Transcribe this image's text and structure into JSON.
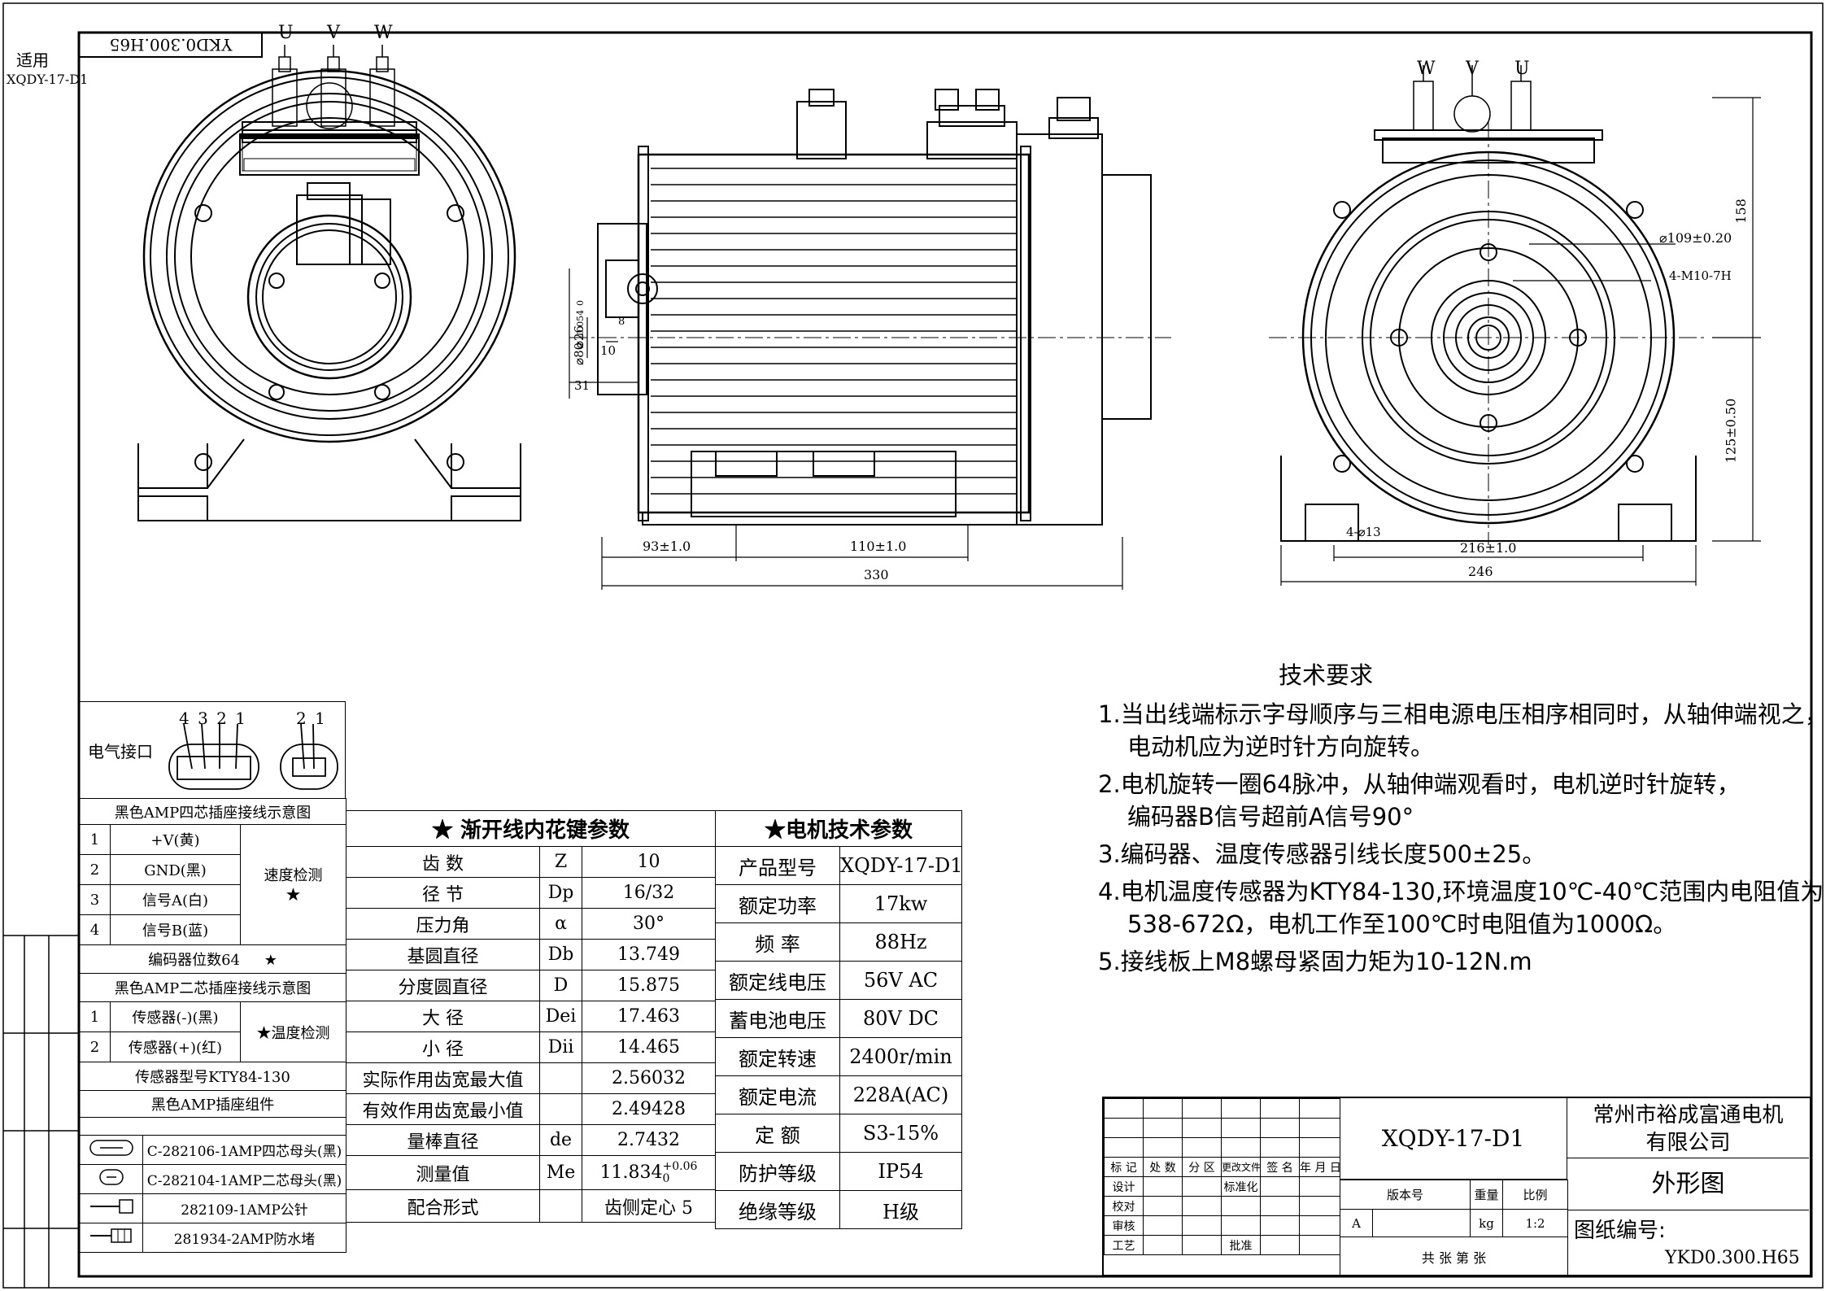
{
  "side_note": {
    "line1": "适用",
    "line2": "XQDY-17-D1"
  },
  "top_code_inverted": "YKD0.300.H65",
  "views": {
    "front": {
      "terminals": [
        "U",
        "V",
        "W"
      ]
    },
    "rear": {
      "terminals": [
        "W",
        "V",
        "U"
      ],
      "dims": {
        "d109": "⌀109±0.20",
        "m10": "4-M10-7H",
        "h158": "158",
        "h125": "125±0.50",
        "holes": "4-⌀13",
        "w216": "216±1.0",
        "w246": "246"
      }
    },
    "side": {
      "dims": {
        "d80": "⌀80",
        "d80tol_top": "-0.054",
        "d80tol_bot": "0",
        "d26": "⌀26",
        "d10": "10",
        "d31": "31",
        "d8": "8",
        "w93": "93±1.0",
        "w110": "110±1.0",
        "w330": "330"
      }
    }
  },
  "connector": {
    "label": "电气接口",
    "pins4": "4 3 2 1",
    "pins2": "2 1",
    "four_pin_title": "黑色AMP四芯插座接线示意图",
    "four_pin_rows": [
      {
        "n": "1",
        "sig": "+V(黄)"
      },
      {
        "n": "2",
        "sig": "GND(黑)"
      },
      {
        "n": "3",
        "sig": "信号A(白)"
      },
      {
        "n": "4",
        "sig": "信号B(蓝)"
      }
    ],
    "speed_label": "速度检测",
    "star": "★",
    "encoder_bits": "编码器位数64",
    "two_pin_title": "黑色AMP二芯插座接线示意图",
    "two_pin_rows": [
      {
        "n": "1",
        "sig": "传感器(-)(黑)"
      },
      {
        "n": "2",
        "sig": "传感器(+)(红)"
      }
    ],
    "temp_label": "温度检测",
    "sensor_model": "传感器型号KTY84-130",
    "kit_title": "黑色AMP插座组件",
    "kit_rows": [
      "C-282106-1AMP四芯母头(黑)",
      "C-282104-1AMP二芯母头(黑)",
      "282109-1AMP公针",
      "281934-2AMP防水堵"
    ]
  },
  "spline": {
    "title": "渐开线内花键参数",
    "star": "★",
    "rows": [
      {
        "name": "齿   数",
        "sym": "Z",
        "val": "10"
      },
      {
        "name": "径   节",
        "sym": "Dp",
        "val": "16/32"
      },
      {
        "name": "压力角",
        "sym": "α",
        "val": "30°"
      },
      {
        "name": "基圆直径",
        "sym": "Db",
        "val": "13.749"
      },
      {
        "name": "分度圆直径",
        "sym": "D",
        "val": "15.875"
      },
      {
        "name": "大   径",
        "sym": "Dei",
        "val": "17.463"
      },
      {
        "name": "小   径",
        "sym": "Dii",
        "val": "14.465"
      },
      {
        "name": "实际作用齿宽最大值",
        "sym": "",
        "val": "2.56032"
      },
      {
        "name": "有效作用齿宽最小值",
        "sym": "",
        "val": "2.49428"
      },
      {
        "name": "量棒直径",
        "sym": "de",
        "val": "2.7432"
      },
      {
        "name": "测量值",
        "sym": "Me",
        "val": "11.834",
        "tol_top": "+0.06",
        "tol_bot": "0"
      },
      {
        "name": "配合形式",
        "sym": "",
        "val": "齿侧定心 5"
      }
    ]
  },
  "motor": {
    "title": "电机技术参数",
    "star": "★",
    "rows": [
      {
        "name": "产品型号",
        "val": "XQDY-17-D1"
      },
      {
        "name": "额定功率",
        "val": "17kw"
      },
      {
        "name": "频   率",
        "val": "88Hz"
      },
      {
        "name": "额定线电压",
        "val": "56V AC"
      },
      {
        "name": "蓄电池电压",
        "val": "80V DC"
      },
      {
        "name": "额定转速",
        "val": "2400r/min"
      },
      {
        "name": "额定电流",
        "val": "228A(AC)"
      },
      {
        "name": "定   额",
        "val": "S3-15%"
      },
      {
        "name": "防护等级",
        "val": "IP54"
      },
      {
        "name": "绝缘等级",
        "val": "H级"
      }
    ]
  },
  "tech": {
    "title": "技术要求",
    "items": [
      [
        "1.当出线端标示字母顺序与三相电源电压相序相同时，从轴伸端视之，",
        "电动机应为逆时针方向旋转。"
      ],
      [
        "2.电机旋转一圈64脉冲，从轴伸端观看时，电机逆时针旋转，",
        "编码器B信号超前A信号90°"
      ],
      [
        "3.编码器、温度传感器引线长度500±25。"
      ],
      [
        "4.电机温度传感器为KTY84-130,环境温度10℃-40℃范围内电阻值为",
        "538-672Ω，电机工作至100℃时电阻值为1000Ω。"
      ],
      [
        "5.接线板上M8螺母紧固力矩为10-12N.m"
      ]
    ]
  },
  "title_block": {
    "model": "XQDY-17-D1",
    "company_line1": "常州市裕成富通电机",
    "company_line2": "有限公司",
    "drawing_name": "外形图",
    "drawing_no_label": "图纸编号:",
    "drawing_no": "YKD0.300.H65",
    "rev_headers": [
      "标 记",
      "处 数",
      "分 区",
      "更改文件号",
      "签 名",
      "年 月 日"
    ],
    "roles": [
      "设计",
      "校对",
      "审核",
      "工艺"
    ],
    "std": "标准化",
    "approve": "批准",
    "stage": "版本号",
    "weight": "重量",
    "scale": "比例",
    "stage_val": "A",
    "weight_unit": "kg",
    "scale_val": "1:2",
    "sheets": "共   张   第   张"
  }
}
